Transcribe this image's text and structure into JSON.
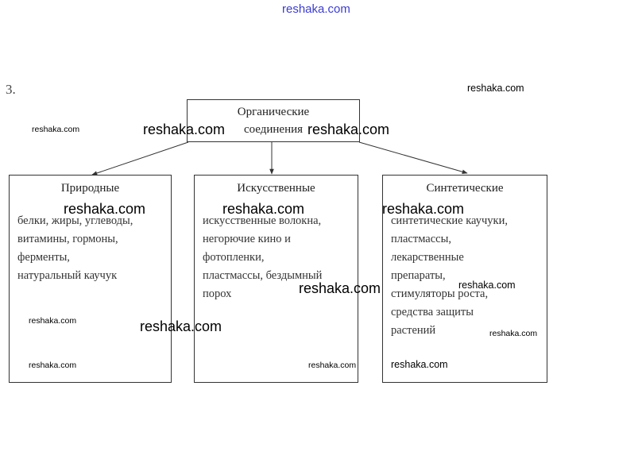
{
  "header": {
    "site_link": "reshaka.com"
  },
  "task_number": "3.",
  "root": {
    "line1": "Органические",
    "line2": "соединения"
  },
  "boxes": [
    {
      "title": "Природные",
      "lines": [
        "белки, жиры, углеводы,",
        "витамины, гормоны,",
        "ферменты,",
        "натуральный каучук"
      ]
    },
    {
      "title": "Искусственные",
      "lines": [
        "искусственные волокна,",
        "негорючие кино и",
        "фотопленки,",
        "пластмассы, бездымный",
        "порох"
      ]
    },
    {
      "title": "Синтетические",
      "lines": [
        "синтетические каучуки,",
        "пластмассы,",
        "лекарственные",
        "препараты,",
        "стимуляторы роста,",
        "средства защиты",
        "растений"
      ]
    }
  ],
  "watermark": "reshaka.com"
}
